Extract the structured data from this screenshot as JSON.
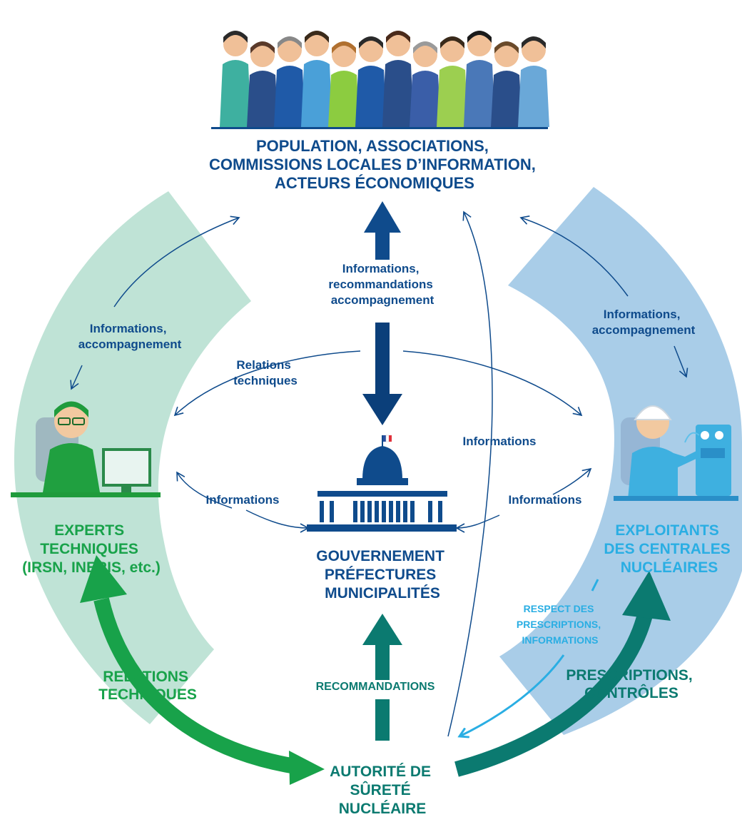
{
  "colors": {
    "navy": "#0f4b8c",
    "dark_navy": "#0b3f7a",
    "teal": "#0b7a70",
    "green": "#18a24a",
    "green_light": "#bfe3d6",
    "blue_light": "#a9cde8",
    "cyan": "#2aaee3",
    "white": "#ffffff"
  },
  "top_group": {
    "icon": "crowd-of-people-illustration",
    "lines": [
      "POPULATION, ASSOCIATIONS,",
      "COMMISSIONS LOCALES D’INFORMATION,",
      "ACTEURS ÉCONOMIQUES"
    ]
  },
  "center_group": {
    "icon": "government-building-icon",
    "lines": [
      "GOUVERNEMENT",
      "PRÉFECTURES",
      "MUNICIPALITÉS"
    ]
  },
  "left_group": {
    "icon": "expert-at-computer-illustration",
    "lines": [
      "EXPERTS",
      "TECHNIQUES",
      "(IRSN, INERIS, etc.)"
    ]
  },
  "right_group": {
    "icon": "nuclear-operator-illustration",
    "lines": [
      "EXPLOITANTS",
      "DES CENTRALES",
      "NUCLÉAIRES"
    ]
  },
  "bottom_group": {
    "lines": [
      "AUTORITÉ DE",
      "SÛRETÉ",
      "NUCLÉAIRE"
    ]
  },
  "edge_labels": {
    "center_up": [
      "Informations,",
      "recommandations",
      "accompagnement"
    ],
    "left_top": [
      "Informations,",
      "accompagnement"
    ],
    "right_top": [
      "Informations,",
      "accompagnement"
    ],
    "relations_techniques": [
      "Relations",
      "techniques"
    ],
    "informations_right": "Informations",
    "informations_left": "Informations",
    "informations_right_low": "Informations",
    "respect": [
      "RESPECT DES",
      "PRESCRIPTIONS,",
      "INFORMATIONS"
    ],
    "recommandations": "RECOMMANDATIONS",
    "relations_big": [
      "RELATIONS",
      "TECHNIQUES"
    ],
    "prescriptions": [
      "PRESCRIPTIONS,",
      "CONTRÔLES"
    ]
  }
}
